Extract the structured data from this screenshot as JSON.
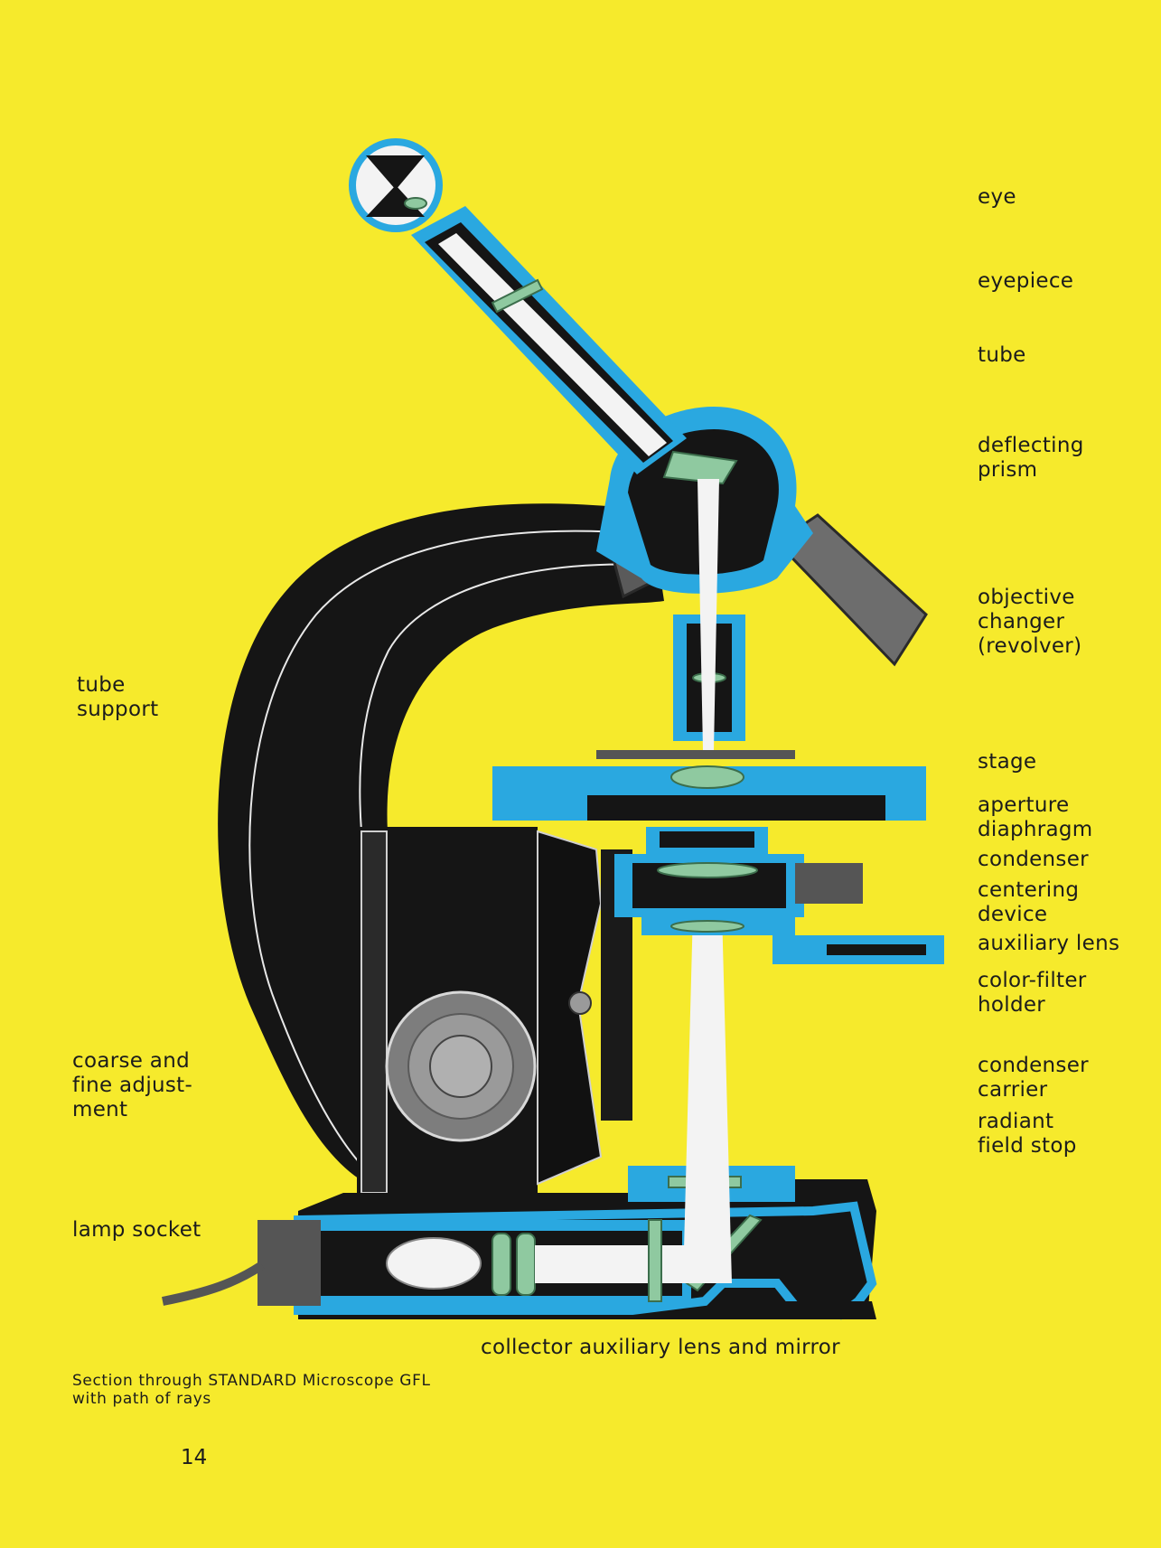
{
  "labels": {
    "eye": "eye",
    "eyepiece": "eyepiece",
    "tube": "tube",
    "deflecting_prism": "deflecting\nprism",
    "objective_changer": "objective\nchanger\n(revolver)",
    "tube_support": "tube\nsupport",
    "stage": "stage",
    "aperture_diaphragm": "aperture\ndiaphragm",
    "condenser": "condenser",
    "centering_device": "centering\ndevice",
    "auxiliary_lens": "auxiliary lens",
    "color_filter_holder": "color-filter\nholder",
    "coarse_fine_adjustment": "coarse and\nfine adjust-\nment",
    "condenser_carrier": "condenser\ncarrier",
    "radiant_field_stop": "radiant\nfield stop",
    "lamp_socket": "lamp  socket",
    "collector": "collector auxiliary lens and mirror"
  },
  "caption": "Section  through  STANDARD  Microscope  GFL\nwith  path  of  rays",
  "page_number": "14",
  "colors": {
    "background": "#f6ea2c",
    "body_black": "#151515",
    "section_blue": "#2aa8e0",
    "lens_green": "#8fc9a0",
    "metal_gray": "#8c8c8c",
    "light_ray": "#f3f3f3"
  }
}
